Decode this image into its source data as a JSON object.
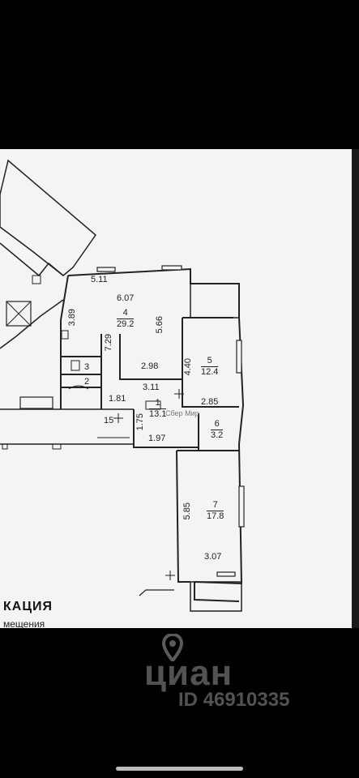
{
  "plan": {
    "rooms": [
      {
        "id": "r4",
        "number": "4",
        "area": "29.2"
      },
      {
        "id": "r5",
        "number": "5",
        "area": "12.4"
      },
      {
        "id": "r1",
        "number": "1",
        "area": "13.1"
      },
      {
        "id": "r6",
        "number": "6",
        "area": "3.2"
      },
      {
        "id": "r7",
        "number": "7",
        "area": "17.8"
      }
    ],
    "small_labels": [
      "3",
      "2",
      "15"
    ],
    "dimensions": [
      "5.11",
      "6.07",
      "3.89",
      "7.29",
      "5.66",
      "2.98",
      "3.11",
      "4.40",
      "1.81",
      "2.85",
      "1.75",
      "1.97",
      "5.85",
      "3.07"
    ]
  },
  "legend": {
    "title": "КАЦИЯ",
    "subtitle": "мещения"
  },
  "watermark": {
    "brand": "циан",
    "id": "ID 46910335",
    "mini": "Сбер Мир"
  },
  "colors": {
    "background": "#000000",
    "paper": "#f4f4f2",
    "ink": "#222222",
    "watermark": "#969696"
  }
}
